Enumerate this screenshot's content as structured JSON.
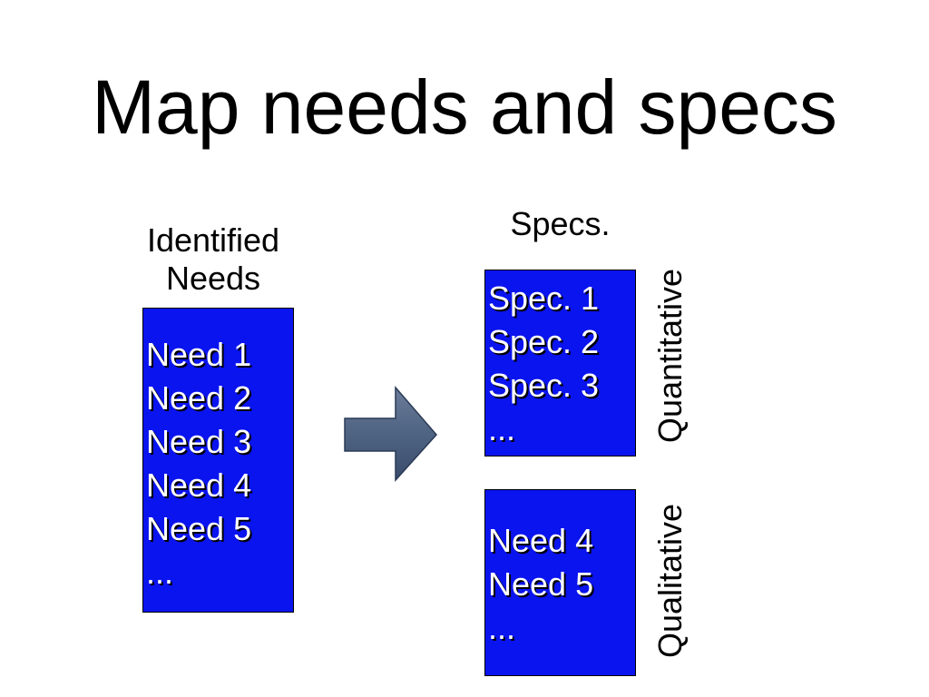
{
  "slide": {
    "title": "Map needs and specs"
  },
  "needs_column": {
    "label": "Identified Needs",
    "items": [
      "Need 1",
      "Need 2",
      "Need 3",
      "Need 4",
      "Need 5",
      "..."
    ]
  },
  "specs_column": {
    "label": "Specs.",
    "quantitative": {
      "label": "Quantitative",
      "items": [
        "Spec. 1",
        "Spec. 2",
        "Spec. 3",
        "..."
      ]
    },
    "qualitative": {
      "label": "Qualitative",
      "items": [
        "Need 4",
        "Need 5",
        "..."
      ]
    }
  },
  "colors": {
    "box_fill": "#0a14ee",
    "box_text": "#ffffff",
    "arrow_fill": "#4f6382"
  },
  "icons": {
    "mapping_arrow": "right-block-arrow-icon"
  }
}
